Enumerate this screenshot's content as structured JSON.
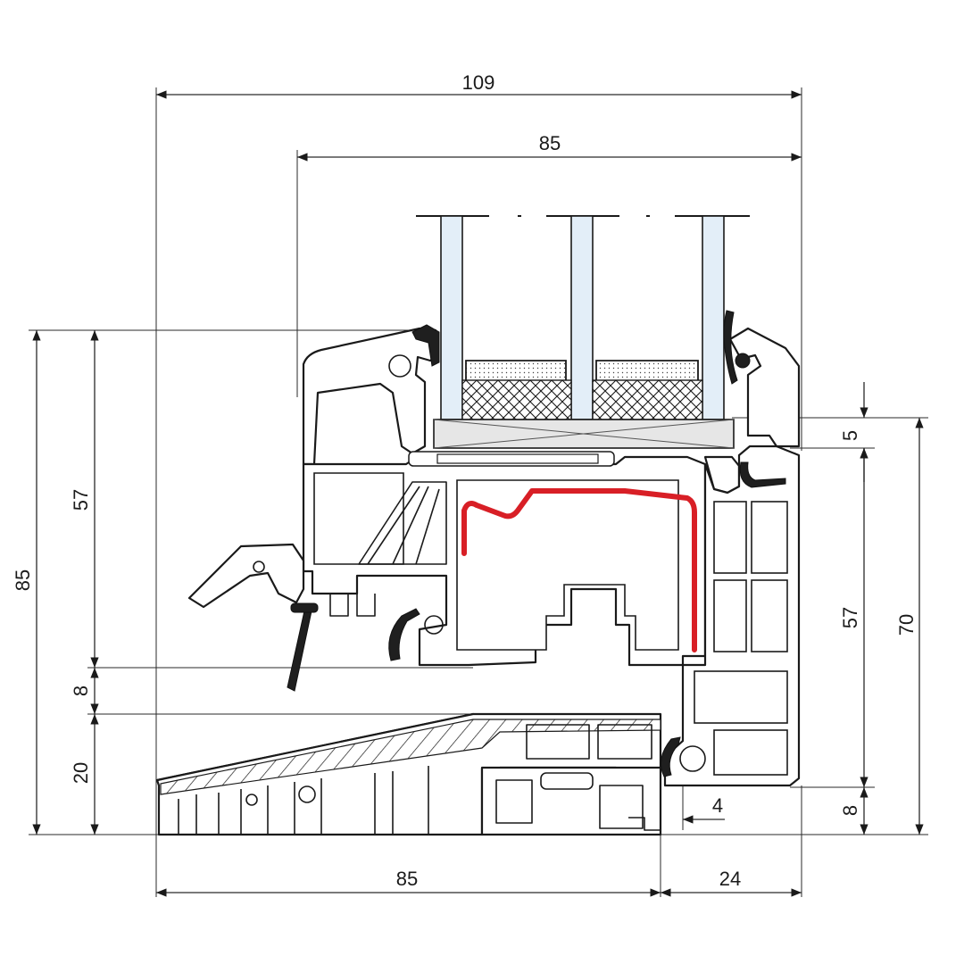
{
  "drawing": {
    "colors": {
      "glass": "#e3eef8",
      "steel_reinforcement": "#d81f26",
      "gasket": "#1f1f1f",
      "spacer": "#e6e6e6",
      "line": "#1a1a1a"
    }
  },
  "dimensions": {
    "overall_width": "109",
    "sash_width": "85",
    "sash_height_left": "57",
    "total_height": "85",
    "overlap": "8",
    "sill_height": "20",
    "gap": "5",
    "frame_height_right": "57",
    "total_right": "70",
    "bottom_right_small": "8",
    "drip": "4",
    "bottom_frame_depth": "85",
    "bottom_sill_projection": "24"
  }
}
